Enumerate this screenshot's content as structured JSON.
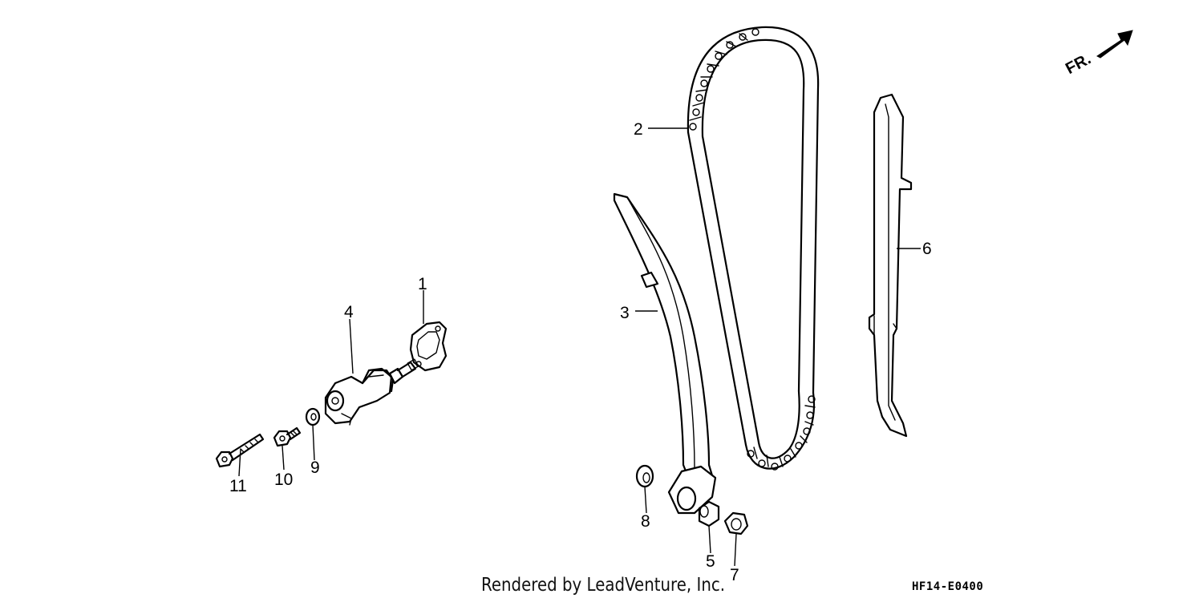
{
  "footer": {
    "rendered_by": "Rendered by LeadVenture, Inc.",
    "diagram_code": "HF14-E0400"
  },
  "direction": {
    "label": "FR."
  },
  "callouts": {
    "c1": "1",
    "c2": "2",
    "c3": "3",
    "c4": "4",
    "c5": "5",
    "c6": "6",
    "c7": "7",
    "c8": "8",
    "c9": "9",
    "c10": "10",
    "c11": "11"
  }
}
